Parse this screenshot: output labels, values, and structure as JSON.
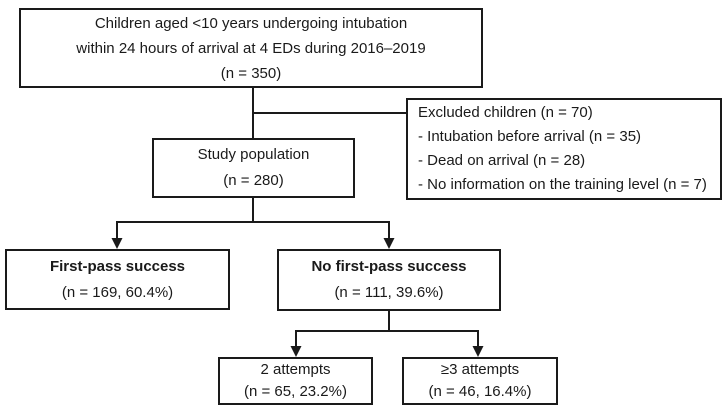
{
  "diagram": {
    "type": "study-flowchart",
    "colors": {
      "background": "#ffffff",
      "line": "#1a1a1a",
      "text": "#1a1a1a",
      "box_fill": "#ffffff"
    },
    "nodes": {
      "eligible": {
        "line1": "Children aged <10 years undergoing intubation",
        "line2": "within 24 hours of arrival at 4 EDs during 2016–2019",
        "line3": "(n = 350)"
      },
      "excluded": {
        "title": "Excluded children (n = 70)",
        "items": [
          "- Intubation before arrival (n = 35)",
          "- Dead on arrival (n = 28)",
          "- No information on the training level (n = 7)"
        ]
      },
      "study_population": {
        "line1": "Study population",
        "line2": "(n = 280)"
      },
      "first_pass_success": {
        "title": "First-pass success",
        "count": "(n = 169, 60.4%)"
      },
      "no_first_pass_success": {
        "title": "No first-pass success",
        "count": "(n = 111, 39.6%)"
      },
      "two_attempts": {
        "title": "2 attempts",
        "count": "(n = 65, 23.2%)"
      },
      "three_plus_attempts": {
        "title": "≥3 attempts",
        "count": "(n = 46, 16.4%)"
      }
    },
    "edges": [
      "eligible -> study_population",
      "eligible -> excluded",
      "study_population -> first_pass_success",
      "study_population -> no_first_pass_success",
      "no_first_pass_success -> two_attempts",
      "no_first_pass_success -> three_plus_attempts"
    ]
  }
}
